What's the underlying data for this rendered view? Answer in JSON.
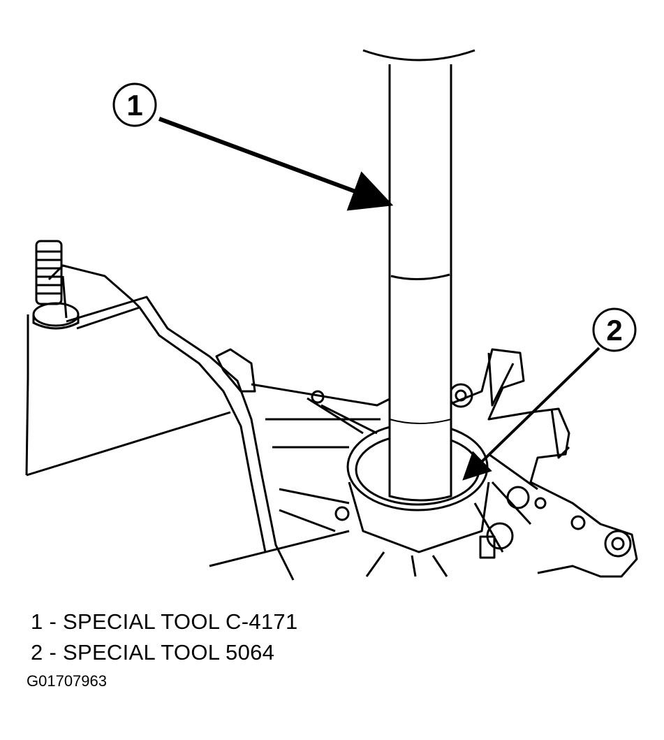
{
  "callouts": [
    {
      "number": "1"
    },
    {
      "number": "2"
    }
  ],
  "legend": [
    {
      "text": "1 - SPECIAL TOOL C-4171"
    },
    {
      "text": "2 - SPECIAL TOOL 5064"
    }
  ],
  "figure_id": "G01707963",
  "colors": {
    "ink": "#000000",
    "paper": "#ffffff"
  }
}
